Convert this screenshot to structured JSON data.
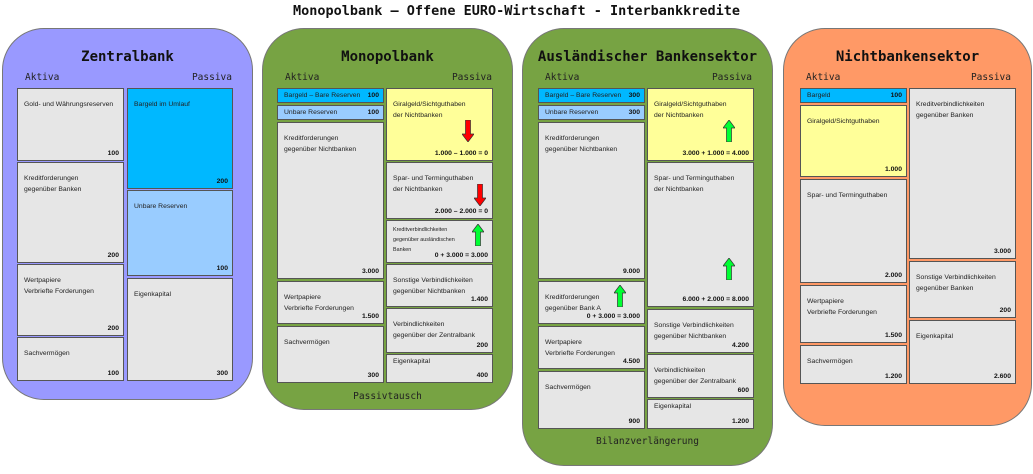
{
  "title": "Monopolbank – Offene EURO-Wirtschaft - Interbankkredite",
  "colors": {
    "zentralbank": "#9999ff",
    "monopolbank": "#77a343",
    "ausland": "#77a343",
    "nichtbanken": "#ff9966",
    "bargeld": "#00b8ff",
    "unbare": "#99ccff",
    "giral": "#ffff99",
    "arrow_down": "#ff0000",
    "arrow_up": "#00ff33"
  },
  "panels": [
    {
      "title": "Zentralbank",
      "aktiva": "Aktiva",
      "passiva": "Passiva",
      "footer": "",
      "boxes": [
        {
          "label": "Gold- und Währungsreserven",
          "value": "100"
        },
        {
          "label": "Kreditforderungen\ngegenüber Banken",
          "value": "200"
        },
        {
          "label": "Wertpapiere\nVerbriefte Forderungen",
          "value": "200"
        },
        {
          "label": "Sachvermögen",
          "value": "100"
        },
        {
          "label": "Bargeld im Umlauf",
          "value": "200"
        },
        {
          "label": "Unbare Reserven",
          "value": "100"
        },
        {
          "label": "Eigenkapital",
          "value": "300"
        }
      ]
    },
    {
      "title": "Monopolbank",
      "aktiva": "Aktiva",
      "passiva": "Passiva",
      "footer": "Passivtausch",
      "boxes": [
        {
          "label": "Bargeld – Bare Reserven",
          "value": "100"
        },
        {
          "label": "Unbare Reserven",
          "value": "100"
        },
        {
          "label": "Kreditforderungen\ngegenüber Nichtbanken",
          "value": "3.000"
        },
        {
          "label": "Wertpapiere\nVerbriefte Forderungen",
          "value": "1.500"
        },
        {
          "label": "Sachvermögen",
          "value": "300"
        },
        {
          "label": "Giralgeld/Sichtguthaben\nder Nichtbanken",
          "value": "1.000 – 1.000 = 0",
          "arrow": "down"
        },
        {
          "label": "Spar- und Terminguthaben\nder Nichtbanken",
          "value": "2.000 – 2.000 = 0",
          "arrow": "down"
        },
        {
          "label": "Kreditverbindlichkeiten\ngegenüber ausländischen\nBanken",
          "value": "0 + 3.000 = 3.000",
          "arrow": "up"
        },
        {
          "label": "Sonstige Verbindlichkeiten\ngegenüber Nichtbanken",
          "value": "1.400"
        },
        {
          "label": "Verbindlichkeiten\ngegenüber der Zentralbank",
          "value": "200"
        },
        {
          "label": "Eigenkapital",
          "value": "400"
        }
      ]
    },
    {
      "title": "Ausländischer Bankensektor",
      "aktiva": "Aktiva",
      "passiva": "Passiva",
      "footer": "Bilanzverlängerung",
      "boxes": [
        {
          "label": "Bargeld – Bare Reserven",
          "value": "300"
        },
        {
          "label": "Unbare Reserven",
          "value": "300"
        },
        {
          "label": "Kreditforderungen\ngegenüber Nichtbanken",
          "value": "9.000"
        },
        {
          "label": "Kreditforderungen\ngegenüber Bank A",
          "value": "0 + 3.000 = 3.000",
          "arrow": "up"
        },
        {
          "label": "Wertpapiere\nVerbriefte Forderungen",
          "value": "4.500"
        },
        {
          "label": "Sachvermögen",
          "value": "900"
        },
        {
          "label": "Giralgeld/Sichtguthaben\nder Nichtbanken",
          "value": "3.000 + 1.000 = 4.000",
          "arrow": "up"
        },
        {
          "label": "Spar- und Terminguthaben\nder Nichtbanken",
          "value": "6.000 + 2.000 = 8.000",
          "arrow": "up"
        },
        {
          "label": "Sonstige Verbindlichkeiten\ngegenüber Nichtbanken",
          "value": "4.200"
        },
        {
          "label": "Verbindlichkeiten\ngegenüber der Zentralbank",
          "value": "600"
        },
        {
          "label": "Eigenkapital",
          "value": "1.200"
        }
      ]
    },
    {
      "title": "Nichtbankensektor",
      "aktiva": "Aktiva",
      "passiva": "Passiva",
      "footer": "",
      "boxes": [
        {
          "label": "Bargeld",
          "value": "100"
        },
        {
          "label": "Giralgeld/Sichtguthaben",
          "value": "1.000"
        },
        {
          "label": "Spar- und Terminguthaben",
          "value": "2.000"
        },
        {
          "label": "Wertpapiere\nVerbriefte Forderungen",
          "value": "1.500"
        },
        {
          "label": "Sachvermögen",
          "value": "1.200"
        },
        {
          "label": "Kreditverbindlichkeiten\ngegenüber Banken",
          "value": "3.000"
        },
        {
          "label": "Sonstige Verbindlichkeiten\ngegenüber Banken",
          "value": "200"
        },
        {
          "label": "Eigenkapital",
          "value": "2.600"
        }
      ]
    }
  ]
}
